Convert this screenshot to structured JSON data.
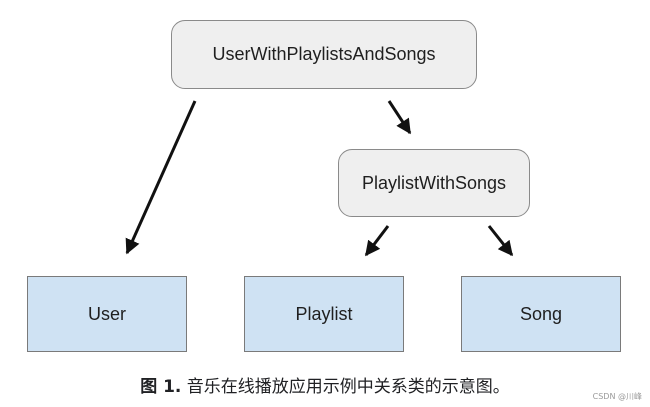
{
  "nodes": {
    "root": "UserWithPlaylistsAndSongs",
    "playlist_with_songs": "PlaylistWithSongs",
    "user": "User",
    "playlist": "Playlist",
    "song": "Song"
  },
  "caption": {
    "label": "图 1.",
    "text": " 音乐在线播放应用示例中关系类的示意图。"
  },
  "watermark": "CSDN @川峰"
}
